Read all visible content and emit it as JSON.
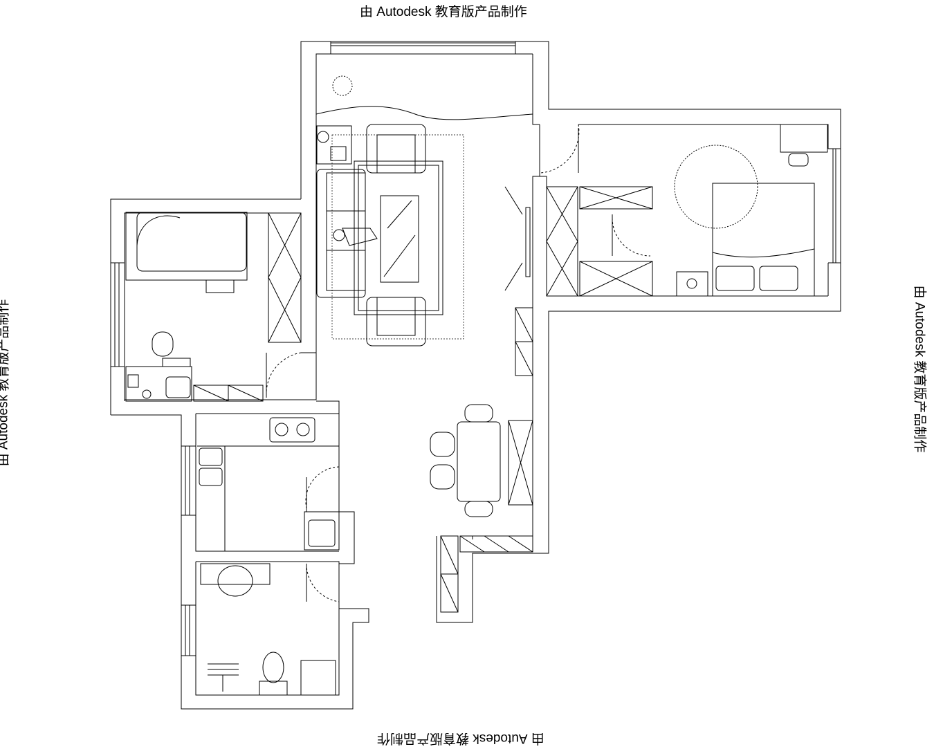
{
  "watermark": {
    "top": "由 Autodesk 教育版产品制作",
    "bottom": "由 Autodesk 教育版产品制作",
    "left": "由 Autodesk 教育版产品制作",
    "right": "由 Autodesk 教育版产品制作"
  }
}
